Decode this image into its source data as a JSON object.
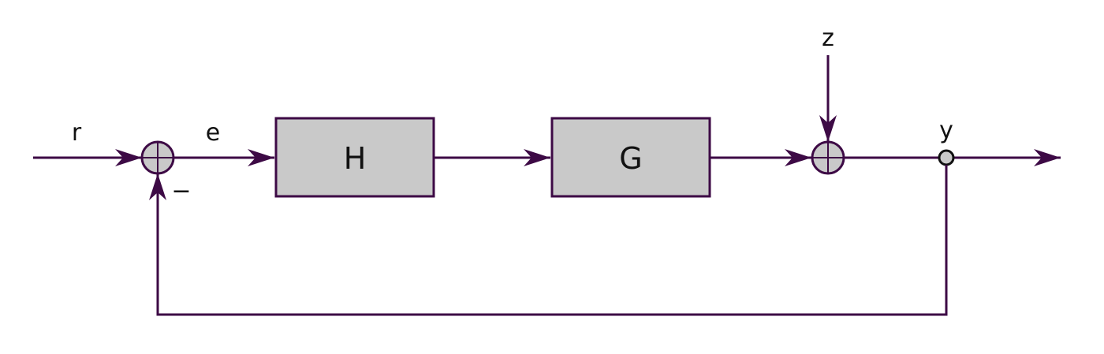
{
  "signals": {
    "reference": "r",
    "error": "e",
    "disturbance": "z",
    "output": "y"
  },
  "blocks": {
    "controller": "H",
    "plant": "G"
  },
  "summing_junctions": {
    "feedback_sign": "−"
  },
  "colors": {
    "line": "#3d0a45",
    "block_fill": "#c9c9c9"
  }
}
